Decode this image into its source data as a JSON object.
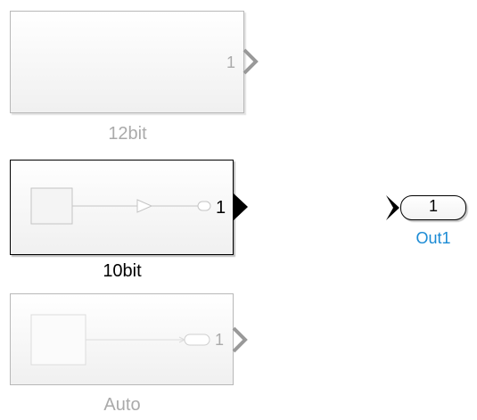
{
  "blocks": [
    {
      "name": "12bit",
      "port": "1",
      "state": "inactive"
    },
    {
      "name": "10bit",
      "port": "1",
      "state": "active"
    },
    {
      "name": "Auto",
      "port": "1",
      "state": "inactive"
    }
  ],
  "outport": {
    "number": "1",
    "name": "Out1"
  },
  "colors": {
    "inactive": "#aaaaaa",
    "active": "#000000",
    "outport_label": "#1a8ad4"
  }
}
